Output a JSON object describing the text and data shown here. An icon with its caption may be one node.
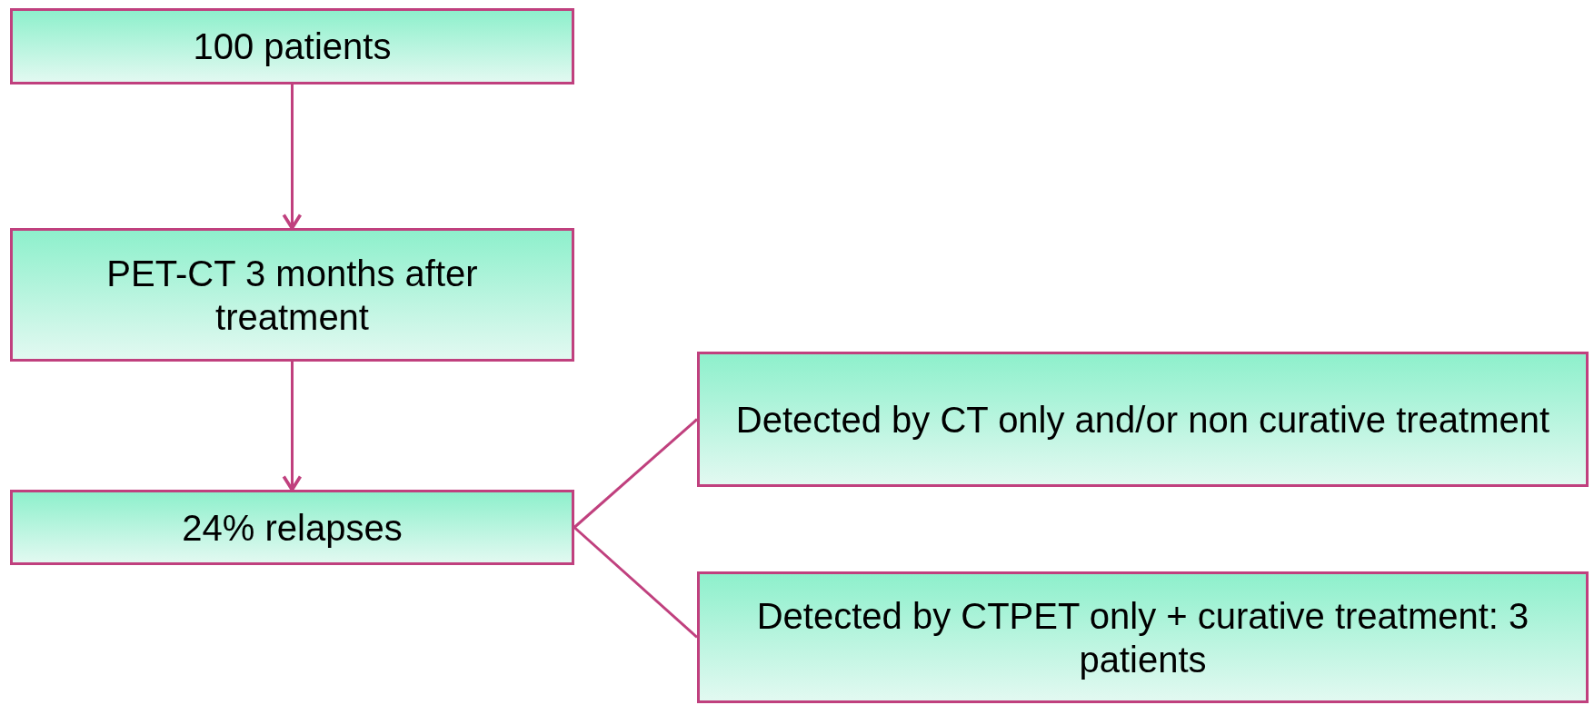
{
  "diagram": {
    "nodes": [
      {
        "text": [
          "100 patients"
        ]
      },
      {
        "text": [
          "PET-CT 3 months after treatment"
        ]
      },
      {
        "text": [
          "24% relapses"
        ]
      },
      {
        "text": [
          "Detected by CT only and/or non curative treatment"
        ]
      },
      {
        "text": [
          "Detected by CTPET only + curative treatment: 3 patients"
        ]
      }
    ],
    "edges": [
      {
        "from": 0,
        "to": 1,
        "arrow": "to"
      },
      {
        "from": 1,
        "to": 2,
        "arrow": "to"
      },
      {
        "from": 2,
        "to": 3,
        "arrow": "none"
      },
      {
        "from": 2,
        "to": 4,
        "arrow": "none"
      }
    ]
  }
}
